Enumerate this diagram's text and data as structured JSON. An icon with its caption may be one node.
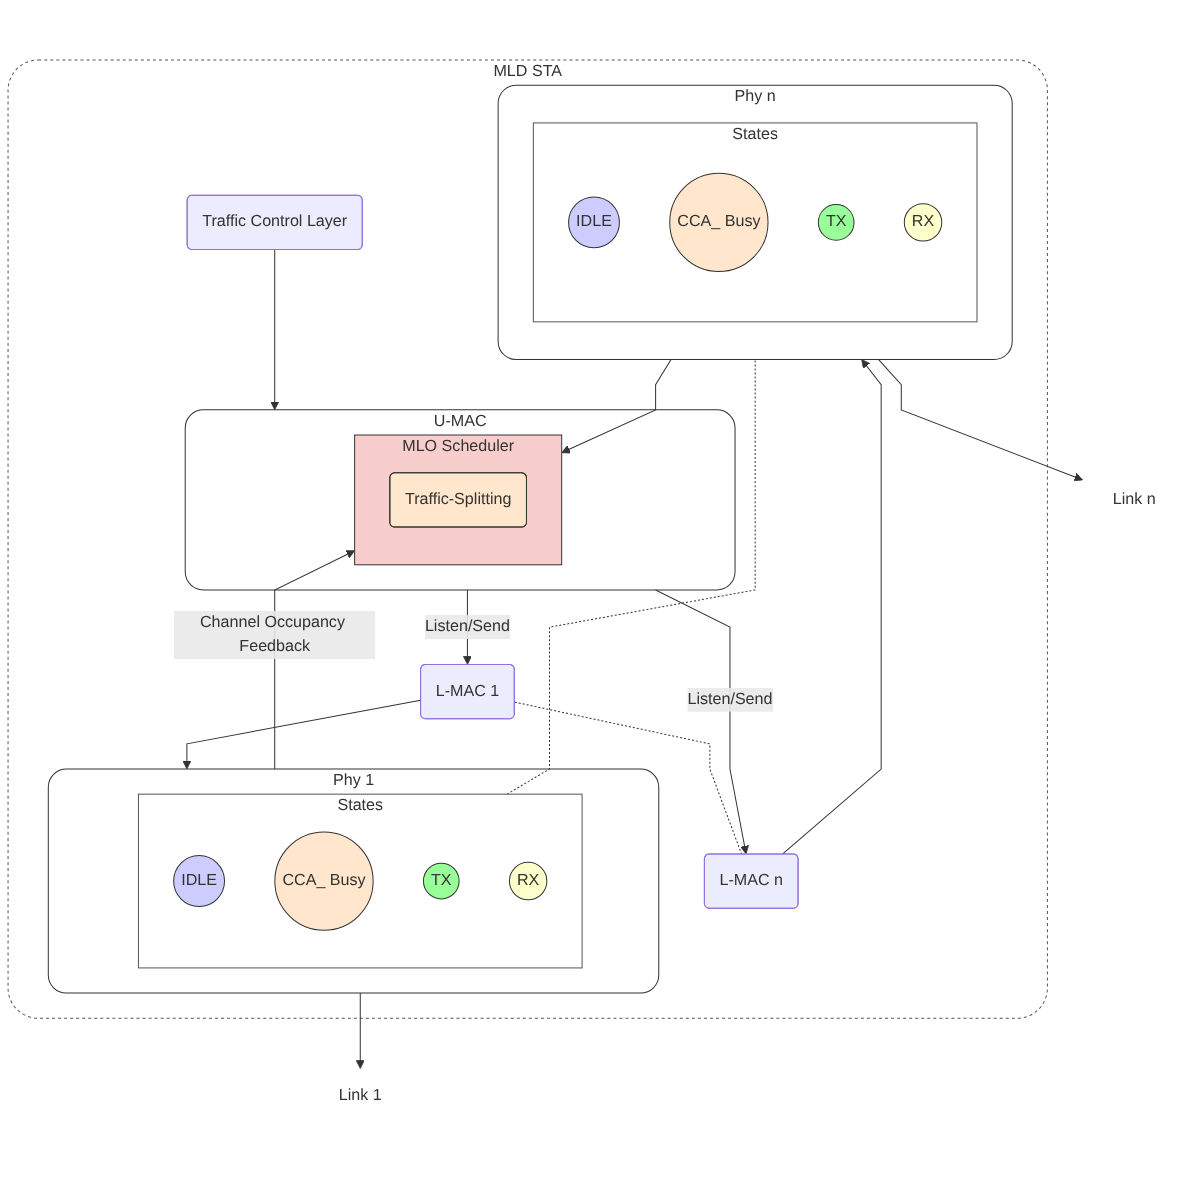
{
  "diagram": {
    "nodes": [
      {
        "text": [
          "MLD STA"
        ]
      },
      {
        "text": [
          "Traffic Control Layer"
        ],
        "in": 0
      },
      {
        "text": [
          "U-MAC"
        ],
        "in": 0
      },
      {
        "text": [
          "MLO Scheduler"
        ],
        "in": 2
      },
      {
        "text": [
          "Traffic-Splitting"
        ],
        "in": 3
      },
      {
        "text": [
          "L-MAC 1"
        ],
        "in": 0
      },
      {
        "text": [
          "L-MAC n"
        ],
        "in": 0
      },
      {
        "text": [
          "Phy 1"
        ],
        "in": 0
      },
      {
        "text": [
          "States"
        ],
        "in": 7
      },
      {
        "text": [
          "IDLE"
        ],
        "in": 8
      },
      {
        "text": [
          "CCA_ Busy"
        ],
        "in": 8
      },
      {
        "text": [
          "TX"
        ],
        "in": 8
      },
      {
        "text": [
          "RX"
        ],
        "in": 8
      },
      {
        "text": [
          "Phy n"
        ],
        "in": 0
      },
      {
        "text": [
          "States"
        ],
        "in": 13
      },
      {
        "text": [
          "IDLE"
        ],
        "in": 14
      },
      {
        "text": [
          "CCA_ Busy"
        ],
        "in": 14
      },
      {
        "text": [
          "TX"
        ],
        "in": 14
      },
      {
        "text": [
          "RX"
        ],
        "in": 14
      },
      {
        "text": [
          "Link 1"
        ]
      },
      {
        "text": [
          "Link n"
        ]
      }
    ],
    "edges": [
      {
        "from": 1,
        "to": 2,
        "arrow": "to"
      },
      {
        "from": 2,
        "to": 5,
        "arrow": "to",
        "label": "Listen/Send"
      },
      {
        "from": 2,
        "to": 6,
        "arrow": "to",
        "label": "Listen/Send"
      },
      {
        "from": 5,
        "to": 6,
        "arrow": "none",
        "style": "dashed"
      },
      {
        "from": 5,
        "to": 7,
        "arrow": "to"
      },
      {
        "from": 6,
        "to": 13,
        "arrow": "to"
      },
      {
        "from": 7,
        "to": 3,
        "arrow": "to",
        "label": "Channel Occupancy Feedback"
      },
      {
        "from": 13,
        "to": 3,
        "arrow": "to"
      },
      {
        "from": 8,
        "to": 13,
        "arrow": "none",
        "style": "dashed"
      },
      {
        "from": 7,
        "to": 19,
        "arrow": "to"
      },
      {
        "from": 13,
        "to": 20,
        "arrow": "to"
      }
    ]
  }
}
